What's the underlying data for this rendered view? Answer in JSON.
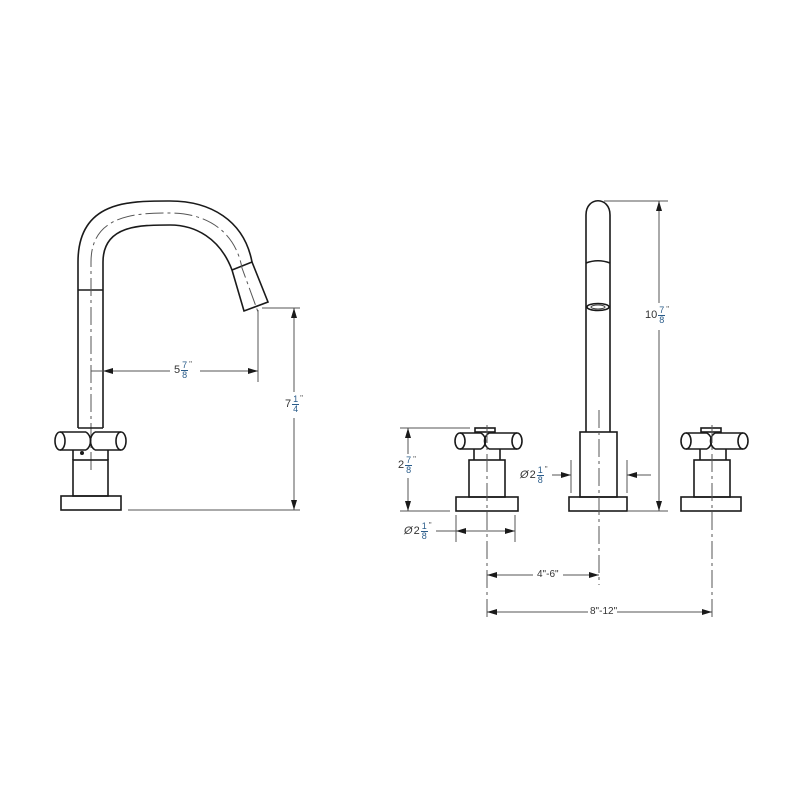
{
  "drawing": {
    "title": "Widespread bathroom faucet dimension drawing",
    "views": [
      "side-view",
      "front-view"
    ]
  },
  "dimensions": {
    "spout_reach": {
      "whole": "5",
      "num": "7",
      "den": "8",
      "unit": "\""
    },
    "spout_outlet_height": {
      "whole": "7",
      "num": "1",
      "den": "4",
      "unit": "\""
    },
    "overall_height": {
      "whole": "10",
      "num": "7",
      "den": "8",
      "unit": "\""
    },
    "handle_height": {
      "whole": "2",
      "num": "7",
      "den": "8",
      "unit": "\""
    },
    "handle_base_diameter": {
      "symbol": "Ø",
      "whole": "2",
      "num": "1",
      "den": "8",
      "unit": "\""
    },
    "spout_base_diameter": {
      "symbol": "Ø",
      "whole": "2",
      "num": "1",
      "den": "8",
      "unit": "\""
    },
    "handle_to_spout_spread": {
      "text": "4\"-6\""
    },
    "handle_to_handle_spread": {
      "text": "8\"-12\""
    }
  },
  "colors": {
    "line": "#1a1a1a",
    "dimension_line": "#555555",
    "fraction_text": "#2a5c8a",
    "background": "#ffffff"
  }
}
